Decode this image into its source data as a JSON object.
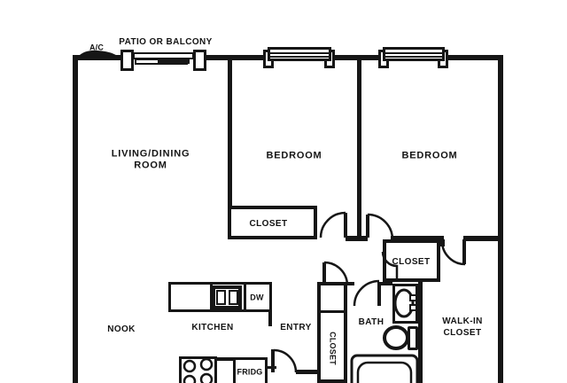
{
  "floorplan": {
    "labels": {
      "ac": "A/C",
      "patio": "PATIO OR BALCONY",
      "living_line1": "LIVING/DINING",
      "living_line2": "ROOM",
      "bedroom1": "BEDROOM",
      "bedroom2": "BEDROOM",
      "closet_bedroom1": "CLOSET",
      "closet_hall": "CLOSET",
      "closet_entry": "CLOSET",
      "walkin_line1": "WALK-IN",
      "walkin_line2": "CLOSET",
      "bath": "BATH",
      "entry": "ENTRY",
      "nook": "NOOK",
      "kitchen": "KITCHEN",
      "dishwasher": "DW",
      "fridge": "FRIDG"
    },
    "colors": {
      "line": "#161616",
      "background": "#ffffff"
    }
  }
}
